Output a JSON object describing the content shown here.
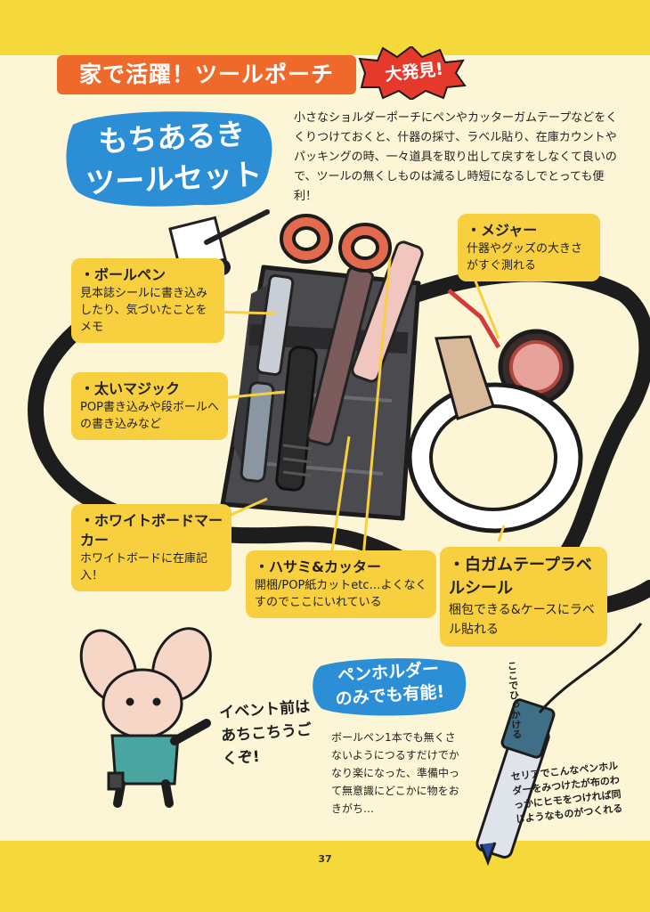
{
  "header": {
    "title": "家で活躍！ツールポーチ",
    "badge": "大発見!"
  },
  "hero": {
    "title_line1": "もちあるき",
    "title_line2": "ツールセット",
    "intro": "小さなショルダーポーチにペンやカッターガムテープなどをくくりつけておくと、什器の採寸、ラベル貼り、在庫カウントやパッキングの時、一々道具を取り出して戻すをしなくて良いので、ツールの無くしものは減るし時短になるしでとっても便利！"
  },
  "callouts": {
    "ballpen": {
      "title": "・ボールペン",
      "text": "見本誌シールに書き込みしたり、気づいたことをメモ"
    },
    "marker": {
      "title": "・太いマジック",
      "text": "POP書き込みや段ボールへの書き込みなど"
    },
    "whiteboard": {
      "title": "・ホワイトボードマーカー",
      "text": "ホワイトボードに在庫記入！"
    },
    "scissors": {
      "title": "・ハサミ&カッター",
      "text": "開梱/POP紙カットetc…よくなくすのでここにいれている"
    },
    "measure": {
      "title": "・メジャー",
      "text": "什器やグッズの大きさがすぐ測れる"
    },
    "tape": {
      "title": "・白ガムテープラベルシール",
      "text": "梱包できる&ケースにラベル貼れる"
    }
  },
  "holder": {
    "pill_line1": "ペンホルダー",
    "pill_line2": "のみでも有能!",
    "text": "ボールペン1本でも無くさないようにつるすだけでかなり楽になった、準備中って無意識にどこかに物をおきがち…",
    "hook_note": "ここでひっかける",
    "seria_note": "セリアでこんなペンホルダーをみつけたが布のわっかにヒモをつければ同じようなものがつくれる"
  },
  "character": {
    "speech": "イベント前はあちこちうごくぞ!"
  },
  "footer": {
    "page_number": "37"
  },
  "colors": {
    "band": "#f5d93b",
    "background": "#fdf6d6",
    "title_tag": "#ef6a2a",
    "burst": "#e53a2b",
    "hero_blob": "#2c8fd6",
    "callout": "#f7cf3f"
  }
}
